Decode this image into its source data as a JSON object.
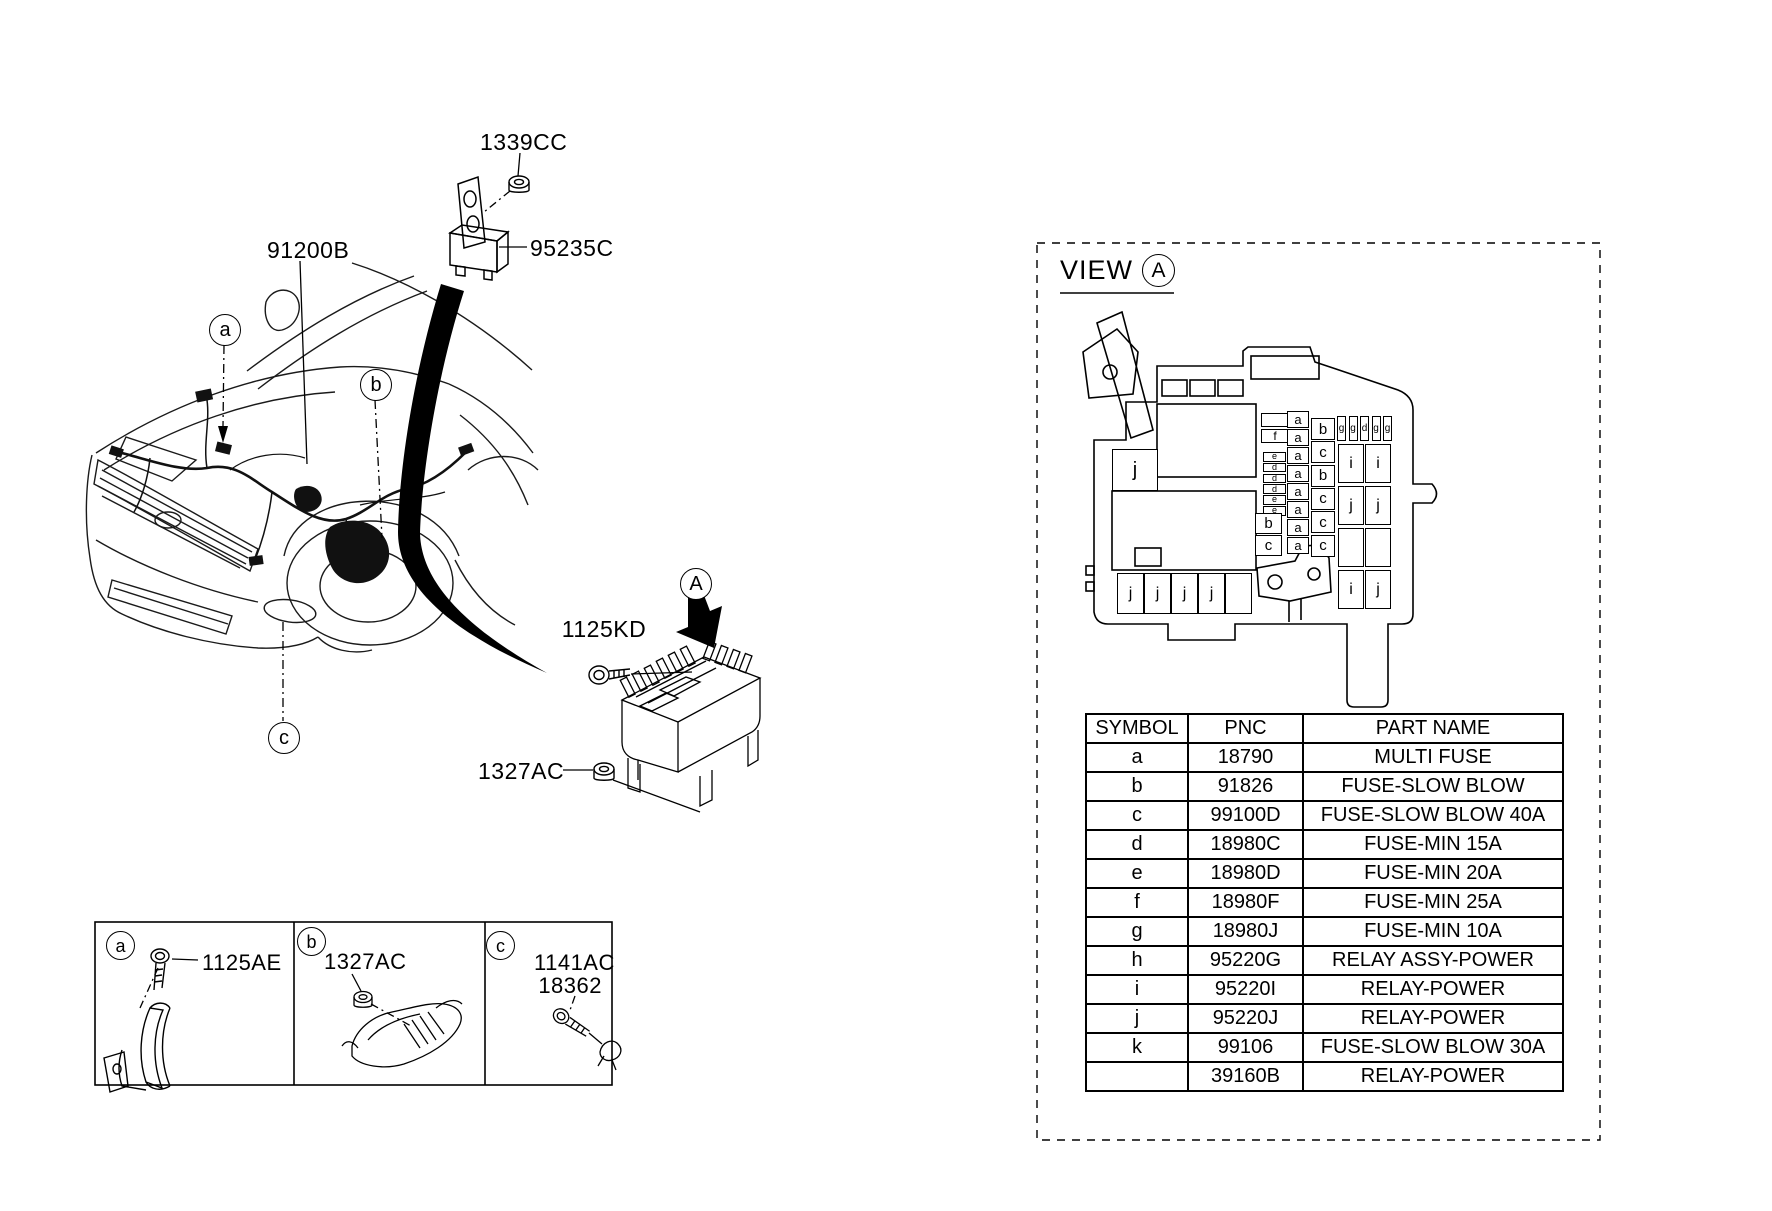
{
  "labels": {
    "harness": "91200B",
    "top_nut": "1339CC",
    "top_relay": "95235C",
    "mid_bolt": "1125KD",
    "mid_nut": "1327AC"
  },
  "markers": {
    "a": "a",
    "b": "b",
    "c": "c",
    "view": "A"
  },
  "legend_cells": [
    {
      "symbol": "a",
      "parts": [
        "1125AE"
      ]
    },
    {
      "symbol": "b",
      "parts": [
        "1327AC"
      ]
    },
    {
      "symbol": "c",
      "parts": [
        "1141AC",
        "18362"
      ]
    }
  ],
  "view_panel": {
    "title": "VIEW",
    "view_symbol": "A",
    "fusebox": {
      "left_j": "j",
      "top_small_column": [
        "",
        "f"
      ],
      "tiny_stack": [
        "e",
        "d",
        "d",
        "d",
        "e",
        "e"
      ],
      "left_bc": [
        "b",
        "c"
      ],
      "a_column": [
        "a",
        "a",
        "a",
        "a",
        "a",
        "a",
        "a",
        "a"
      ],
      "bc_column": [
        "b",
        "c",
        "b",
        "c",
        "c",
        "c"
      ],
      "g_row": [
        "g",
        "g",
        "d",
        "g",
        "g"
      ],
      "relay_grid": [
        [
          "i",
          "i"
        ],
        [
          "j",
          "j"
        ],
        [
          "",
          ""
        ],
        [
          "i",
          "j"
        ]
      ],
      "bottom_row": [
        "j",
        "j",
        "j",
        "j",
        ""
      ]
    },
    "table": {
      "headers": [
        "SYMBOL",
        "PNC",
        "PART NAME"
      ],
      "rows": [
        [
          "a",
          "18790",
          "MULTI FUSE"
        ],
        [
          "b",
          "91826",
          "FUSE-SLOW BLOW"
        ],
        [
          "c",
          "99100D",
          "FUSE-SLOW BLOW 40A"
        ],
        [
          "d",
          "18980C",
          "FUSE-MIN 15A"
        ],
        [
          "e",
          "18980D",
          "FUSE-MIN 20A"
        ],
        [
          "f",
          "18980F",
          "FUSE-MIN 25A"
        ],
        [
          "g",
          "18980J",
          "FUSE-MIN 10A"
        ],
        [
          "h",
          "95220G",
          "RELAY ASSY-POWER"
        ],
        [
          "i",
          "95220I",
          "RELAY-POWER"
        ],
        [
          "j",
          "95220J",
          "RELAY-POWER"
        ],
        [
          "k",
          "99106",
          "FUSE-SLOW BLOW 30A"
        ],
        [
          "",
          "39160B",
          "RELAY-POWER"
        ]
      ]
    }
  }
}
